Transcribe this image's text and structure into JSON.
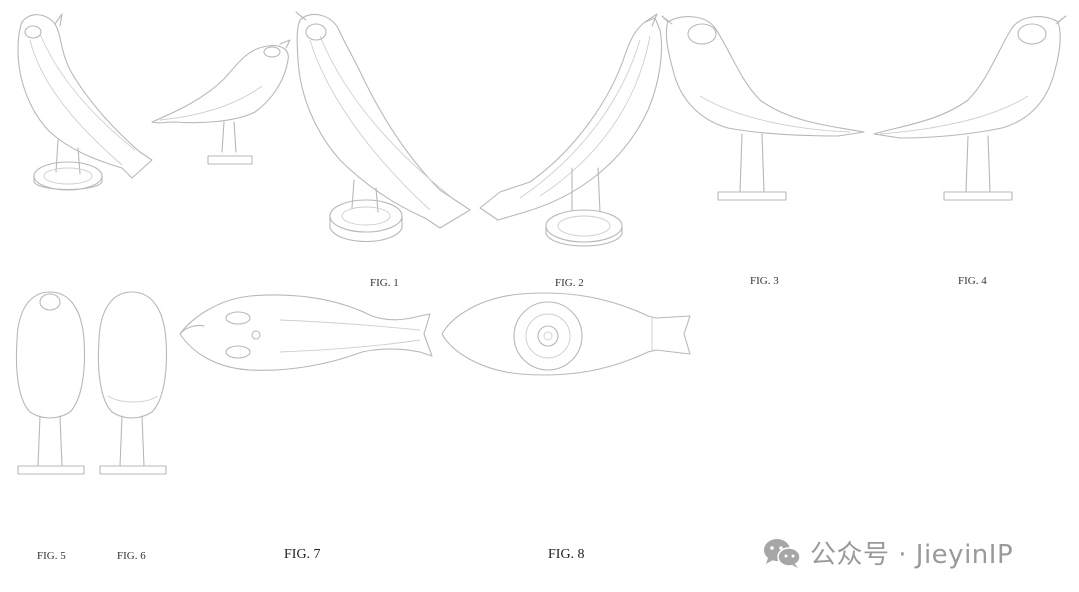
{
  "figures": {
    "fig1": "FIG. 1",
    "fig2": "FIG. 2",
    "fig3": "FIG. 3",
    "fig4": "FIG. 4",
    "fig5": "FIG. 5",
    "fig6": "FIG. 6",
    "fig7": "FIG. 7",
    "fig8": "FIG. 8"
  },
  "watermark": {
    "text": "公众号 · JieyinIP",
    "icon": "wechat-icon"
  },
  "colors": {
    "line": "#b8b8b8",
    "label": "#333333",
    "watermark": "#9a9a9a"
  }
}
